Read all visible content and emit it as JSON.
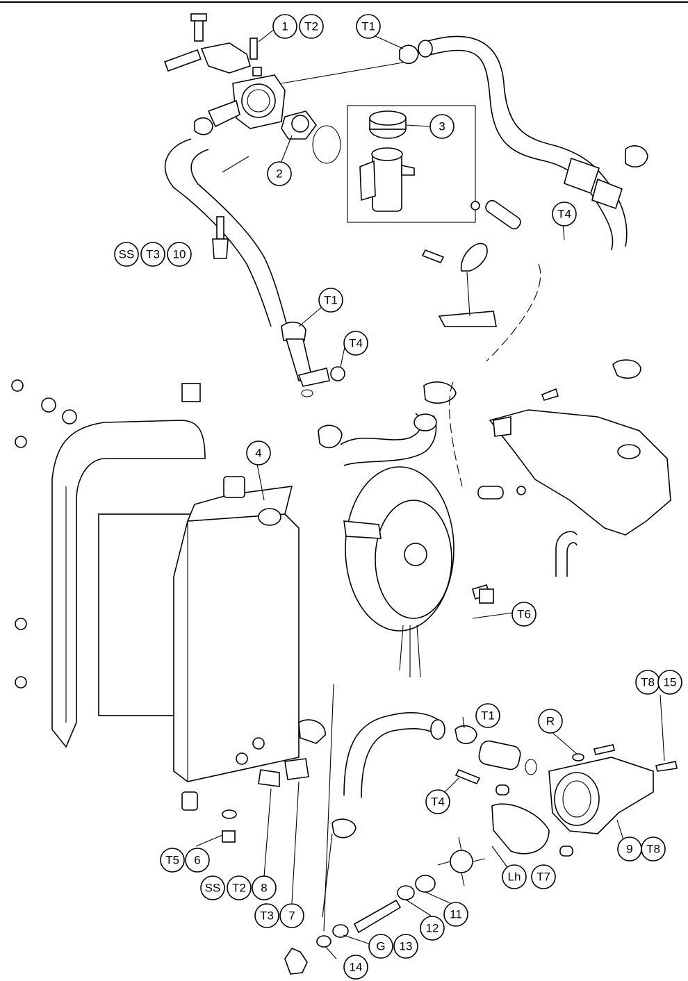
{
  "diagram": {
    "title": "",
    "labels": [
      {
        "id": "c1",
        "text": "1"
      },
      {
        "id": "c1b",
        "text": "T2"
      },
      {
        "id": "c2",
        "text": "T1"
      },
      {
        "id": "c3",
        "text": "3"
      },
      {
        "id": "c4",
        "text": "2"
      },
      {
        "id": "c5",
        "text": "T4"
      },
      {
        "id": "c6",
        "text": "SS"
      },
      {
        "id": "c6b",
        "text": "T3"
      },
      {
        "id": "c6c",
        "text": "10"
      },
      {
        "id": "c7",
        "text": "T1"
      },
      {
        "id": "c8",
        "text": "T4"
      },
      {
        "id": "c9",
        "text": "4"
      },
      {
        "id": "c10",
        "text": "T6"
      },
      {
        "id": "c11",
        "text": "T8"
      },
      {
        "id": "c11b",
        "text": "15"
      },
      {
        "id": "c12",
        "text": "T1"
      },
      {
        "id": "c13",
        "text": "R"
      },
      {
        "id": "c14",
        "text": "T4"
      },
      {
        "id": "c15",
        "text": "9"
      },
      {
        "id": "c15b",
        "text": "T8"
      },
      {
        "id": "c16",
        "text": "Lh"
      },
      {
        "id": "c16b",
        "text": "T7"
      },
      {
        "id": "c17",
        "text": "T5"
      },
      {
        "id": "c17b",
        "text": "6"
      },
      {
        "id": "c18",
        "text": "SS"
      },
      {
        "id": "c18b",
        "text": "T2"
      },
      {
        "id": "c18c",
        "text": "8"
      },
      {
        "id": "c19",
        "text": "T3"
      },
      {
        "id": "c19b",
        "text": "7"
      },
      {
        "id": "c20",
        "text": "12"
      },
      {
        "id": "c21",
        "text": "11"
      },
      {
        "id": "c22",
        "text": "G"
      },
      {
        "id": "c22b",
        "text": "13"
      },
      {
        "id": "c23",
        "text": "14"
      }
    ]
  }
}
